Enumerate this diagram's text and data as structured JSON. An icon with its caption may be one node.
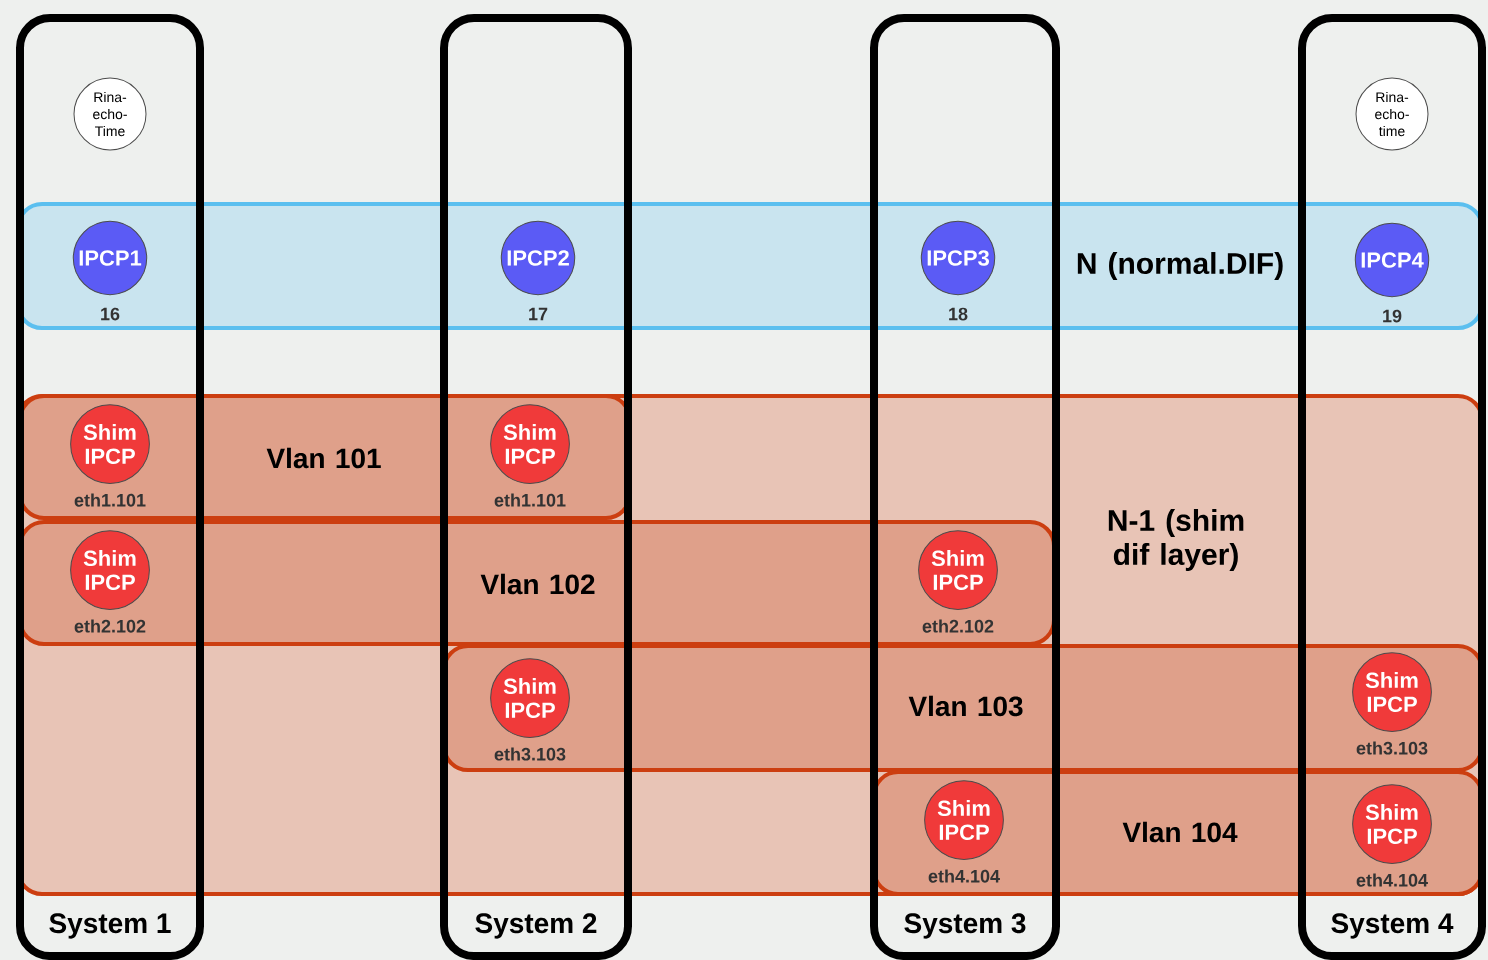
{
  "diagram": {
    "nodes": [
      {
        "text": [
          "System 1"
        ]
      },
      {
        "text": [
          "System 2"
        ]
      },
      {
        "text": [
          "System 3"
        ]
      },
      {
        "text": [
          "System 4"
        ]
      },
      {
        "text": [
          "Rina-echo-Time"
        ],
        "in": 0
      },
      {
        "text": [
          "Rina-echo-time"
        ],
        "in": 3
      },
      {
        "text": [
          "N (normal.DIF)"
        ]
      },
      {
        "text": [
          "IPCP1"
        ]
      },
      {
        "text": [
          "IPCP2"
        ]
      },
      {
        "text": [
          "IPCP3"
        ]
      },
      {
        "text": [
          "IPCP4"
        ]
      },
      {
        "text": [
          "N-1 (shim dif layer)"
        ]
      },
      {
        "text": [
          "Vlan 101"
        ],
        "in": 11
      },
      {
        "text": [
          "Vlan 102"
        ],
        "in": 11
      },
      {
        "text": [
          "Vlan 103"
        ],
        "in": 11
      },
      {
        "text": [
          "Vlan 104"
        ],
        "in": 11
      },
      {
        "text": [
          "Shim IPCP"
        ],
        "beside": [
          "eth1.101"
        ]
      },
      {
        "text": [
          "Shim IPCP"
        ],
        "beside": [
          "eth1.101"
        ]
      },
      {
        "text": [
          "Shim IPCP"
        ],
        "beside": [
          "eth2.102"
        ]
      },
      {
        "text": [
          "Shim IPCP"
        ],
        "beside": [
          "eth2.102"
        ]
      },
      {
        "text": [
          "Shim IPCP"
        ],
        "beside": [
          "eth3.103"
        ]
      },
      {
        "text": [
          "Shim IPCP"
        ],
        "beside": [
          "eth3.103"
        ]
      },
      {
        "text": [
          "Shim IPCP"
        ],
        "beside": [
          "eth4.104"
        ]
      },
      {
        "text": [
          "Shim IPCP"
        ],
        "beside": [
          "eth4.104"
        ]
      }
    ],
    "labels": [
      "16",
      "17",
      "18",
      "19"
    ]
  }
}
